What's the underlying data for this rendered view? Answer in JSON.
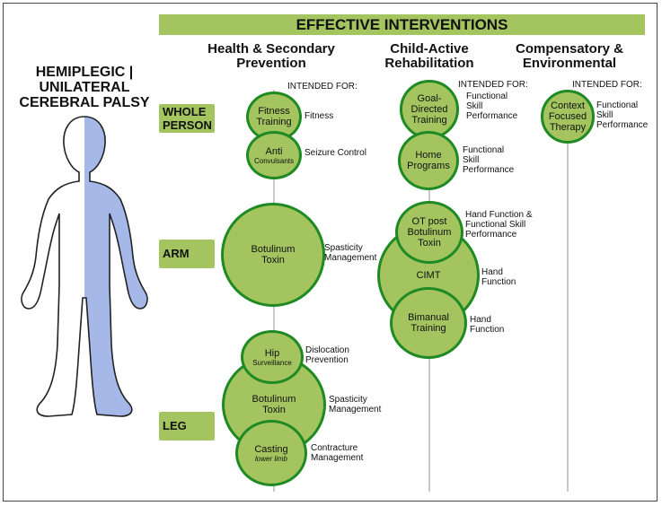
{
  "banner": "EFFECTIVE INTERVENTIONS",
  "title": [
    "HEMIPLEGIC |",
    "UNILATERAL",
    "CEREBRAL PALSY"
  ],
  "columns": [
    {
      "line1": "Health & Secondary",
      "line2": "Prevention"
    },
    {
      "line1": "Child-Active",
      "line2": "Rehabilitation"
    },
    {
      "line1": "Compensatory &",
      "line2": "Environmental"
    }
  ],
  "intended_for": "INTENDED FOR:",
  "rows": {
    "whole_person": [
      "WHOLE",
      "PERSON"
    ],
    "arm": "ARM",
    "leg": "LEG"
  },
  "interventions": {
    "fitness": {
      "l1": "Fitness",
      "l2": "Training",
      "target": "Fitness"
    },
    "anti": {
      "l1": "Anti",
      "l2": "Convulsants",
      "target": "Seizure Control"
    },
    "botox_arm": {
      "l1": "Botulinum",
      "l2": "Toxin",
      "target": [
        "Spasticity",
        "Management"
      ]
    },
    "hip": {
      "l1": "Hip",
      "l2": "Surveillance",
      "target": [
        "Dislocation",
        "Prevention"
      ]
    },
    "botox_leg": {
      "l1": "Botulinum",
      "l2": "Toxin",
      "target": [
        "Spasticity",
        "Management"
      ]
    },
    "casting": {
      "l1": "Casting",
      "l2": "lower limb",
      "target": [
        "Contracture",
        "Management"
      ]
    },
    "goal": {
      "l1": "Goal-",
      "l2": "Directed",
      "l3": "Training",
      "target": [
        "Functional",
        "Skill",
        "Performance"
      ]
    },
    "home": {
      "l1": "Home",
      "l2": "Programs",
      "target": [
        "Functional",
        "Skill",
        "Performance"
      ]
    },
    "ot": {
      "l1": "OT post",
      "l2": "Botulinum",
      "l3": "Toxin",
      "target": [
        "Hand Function &",
        "Functional Skill",
        "Performance"
      ]
    },
    "cimt": {
      "l1": "CIMT",
      "target": [
        "Hand",
        "Function"
      ]
    },
    "bimanual": {
      "l1": "Bimanual",
      "l2": "Training",
      "target": [
        "Hand",
        "Function"
      ]
    },
    "context": {
      "l1": "Context",
      "l2": "Focused",
      "l3": "Therapy",
      "target": [
        "Functional",
        "Skill",
        "Performance"
      ]
    }
  },
  "colors": {
    "green_fill": "#a3c45f",
    "green_border": "#1f8a23",
    "body_blue": "#a5b8e8"
  }
}
